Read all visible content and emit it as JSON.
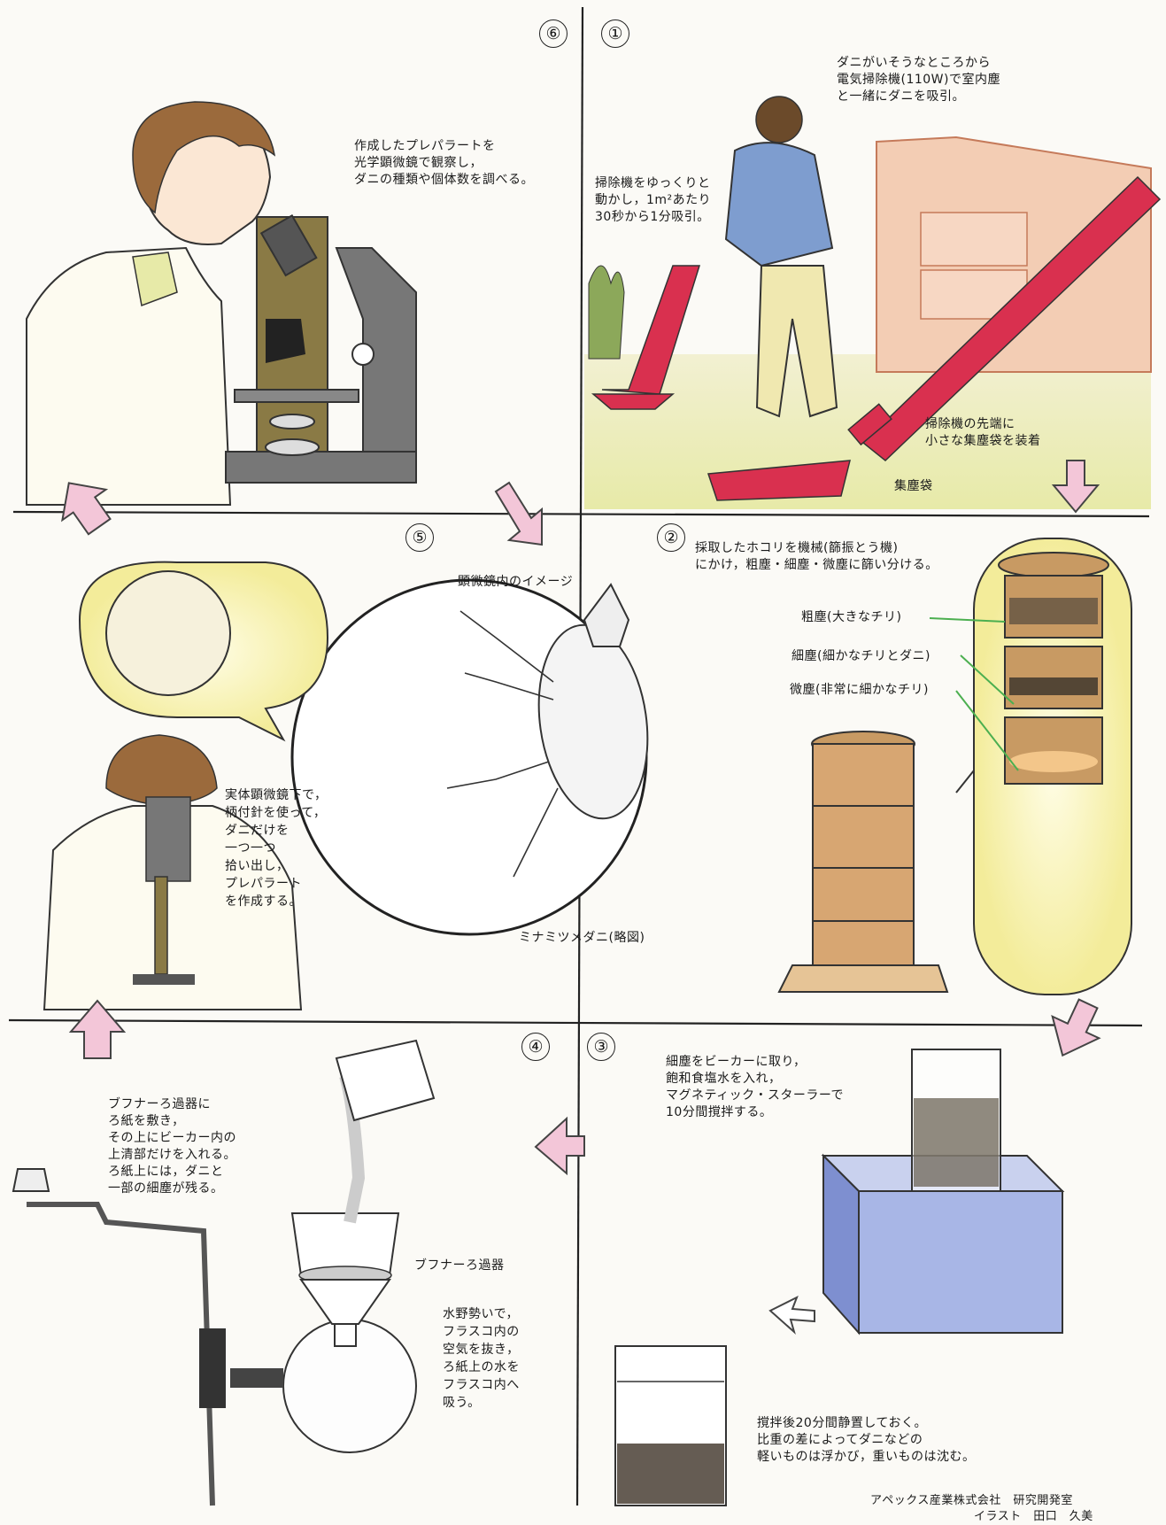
{
  "steps": {
    "s1": {
      "num": "①",
      "caption": "ダニがいそうなところから\n電気掃除機(110W)で室内塵\nと一緒にダニを吸引。",
      "note": "掃除機をゆっくりと\n動かし，1m²あたり\n30秒から1分吸引。",
      "nozzle": "掃除機の先端に\n小さな集塵袋を装着",
      "bag": "集塵袋"
    },
    "s2": {
      "num": "②",
      "caption": "採取したホコリを機械(篩振とう機)\nにかけ，粗塵・細塵・微塵に篩い分ける。",
      "coarse": "粗塵(大きなチリ)",
      "fine": "細塵(細かなチリとダニ)",
      "micro": "微塵(非常に細かなチリ)"
    },
    "s3": {
      "num": "③",
      "caption": "細塵をビーカーに取り，\n飽和食塩水を入れ，\nマグネティック・スターラーで\n10分間撹拌する。",
      "settle": "撹拌後20分間静置しておく。\n比重の差によってダニなどの\n軽いものは浮かび，重いものは沈む。"
    },
    "s4": {
      "num": "④",
      "caption": "ブフナーろ過器に\nろ紙を敷き，\nその上にビーカー内の\n上清部だけを入れる。\nろ紙上には，ダニと\n一部の細塵が残る。",
      "filter": "ブフナーろ過器",
      "aspirate": "水野勢いで，\nフラスコ内の\n空気を抜き，\nろ紙上の水を\nフラスコ内へ\n吸う。"
    },
    "s5": {
      "num": "⑤",
      "caption": "実体顕微鏡下で，\n柄付針を使って，\nダニだけを\n一つ一つ\n拾い出し，\nプレパラート\nを作成する。",
      "scope_title": "顕微鏡内のイメージ",
      "mite": "ミナミツメダニ(略図)"
    },
    "s6": {
      "num": "⑥",
      "caption": "作成したプレパラートを\n光学顕微鏡で観察し，\nダニの種類や個体数を調べる。"
    }
  },
  "credit": {
    "company": "アペックス産業株式会社　研究開発室",
    "illustrator": "イラスト　田口　久美"
  },
  "colors": {
    "arrow": "#f3c6d8",
    "vacuum": "#d9304f",
    "sieve": "#c89a63",
    "coat": "#f6f1dc",
    "jacket": "#7e9dcf"
  }
}
